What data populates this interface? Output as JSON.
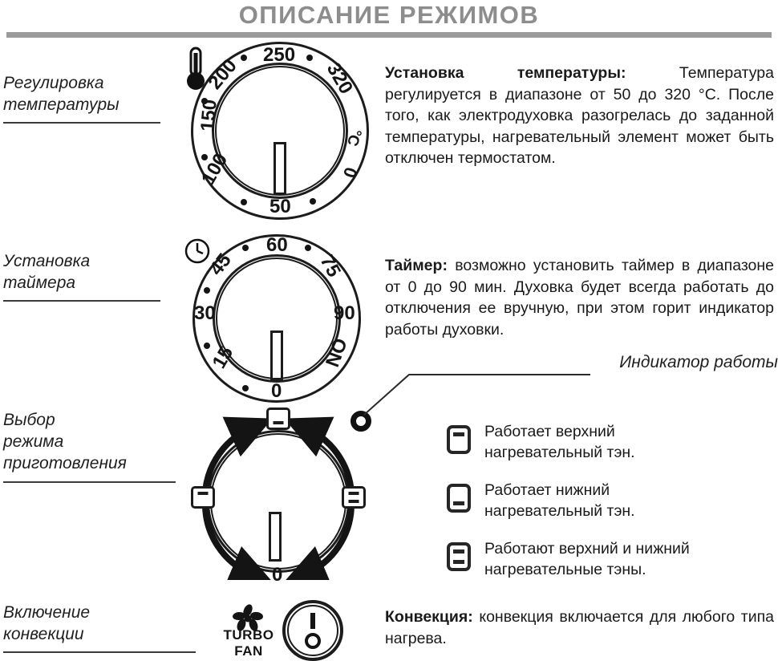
{
  "header": {
    "title": "ОПИСАНИЕ РЕЖИМОВ",
    "rule_color": "#9a9a9a",
    "title_color": "#8d8d8d"
  },
  "rows": {
    "temperature": {
      "left_label": "Регулировка\nтемпературы",
      "paragraph_bold": "Установка температуры:",
      "paragraph_text": " Температура регулируется в диапазоне от 50 до 320 °C. После того, как электродуховка разогрелась до заданной температуры, нагревательный элемент может быть отключен термостатом.",
      "knob": {
        "icon": "thermometer-icon",
        "unit_label": "°C",
        "labels": [
          "250",
          "320",
          "0",
          "50",
          "100",
          "150",
          "200"
        ],
        "zero_label": "0",
        "range_min": "50",
        "range_max": "320"
      }
    },
    "timer": {
      "left_label": "Установка\nтаймера",
      "paragraph_bold": "Таймер:",
      "paragraph_text": " возможно установить таймер в диапазоне от 0 до 90 мин. Духовка будет всегда работать до отключения ее вручную, при этом горит индикатор работы духовки.",
      "knob": {
        "icon": "clock-icon",
        "labels": [
          "60",
          "75",
          "90",
          "ON",
          "0",
          "15",
          "30",
          "45"
        ],
        "range_min": "0",
        "range_max": "90"
      }
    },
    "mode": {
      "left_label": "Выбор\nрежима\nприготовления",
      "knob": {
        "zero_label": "0",
        "positions": [
          {
            "name": "mode-icon-lower",
            "bars": "bottom"
          },
          {
            "name": "mode-icon-upper",
            "bars": "top"
          },
          {
            "name": "mode-icon-both",
            "bars": "both"
          },
          {
            "name": "mode-off",
            "bars": "none"
          }
        ]
      },
      "indicator": {
        "label": "Индикатор работы",
        "icon": "indicator-lamp-icon"
      },
      "legend": [
        {
          "icon": "heater-top-icon",
          "bars": "top",
          "text": "Работает верхний\nнагревательный тэн."
        },
        {
          "icon": "heater-bottom-icon",
          "bars": "bottom",
          "text": "Работает нижний\nнагревательный тэн."
        },
        {
          "icon": "heater-both-icon",
          "bars": "both",
          "text": "Работают верхний и нижний\nнагревательные тэны."
        }
      ]
    },
    "convection": {
      "left_label": "Включение\nконвекции",
      "turbo_label": "TURBO\nFAN",
      "fan_icon": "fan-icon",
      "switch_icon": "power-rocker-switch-icon",
      "switch_on_mark": "I",
      "switch_off_mark": "O",
      "paragraph_bold": "Конвекция:",
      "paragraph_text": " конвекция включается для любого типа нагрева."
    }
  }
}
